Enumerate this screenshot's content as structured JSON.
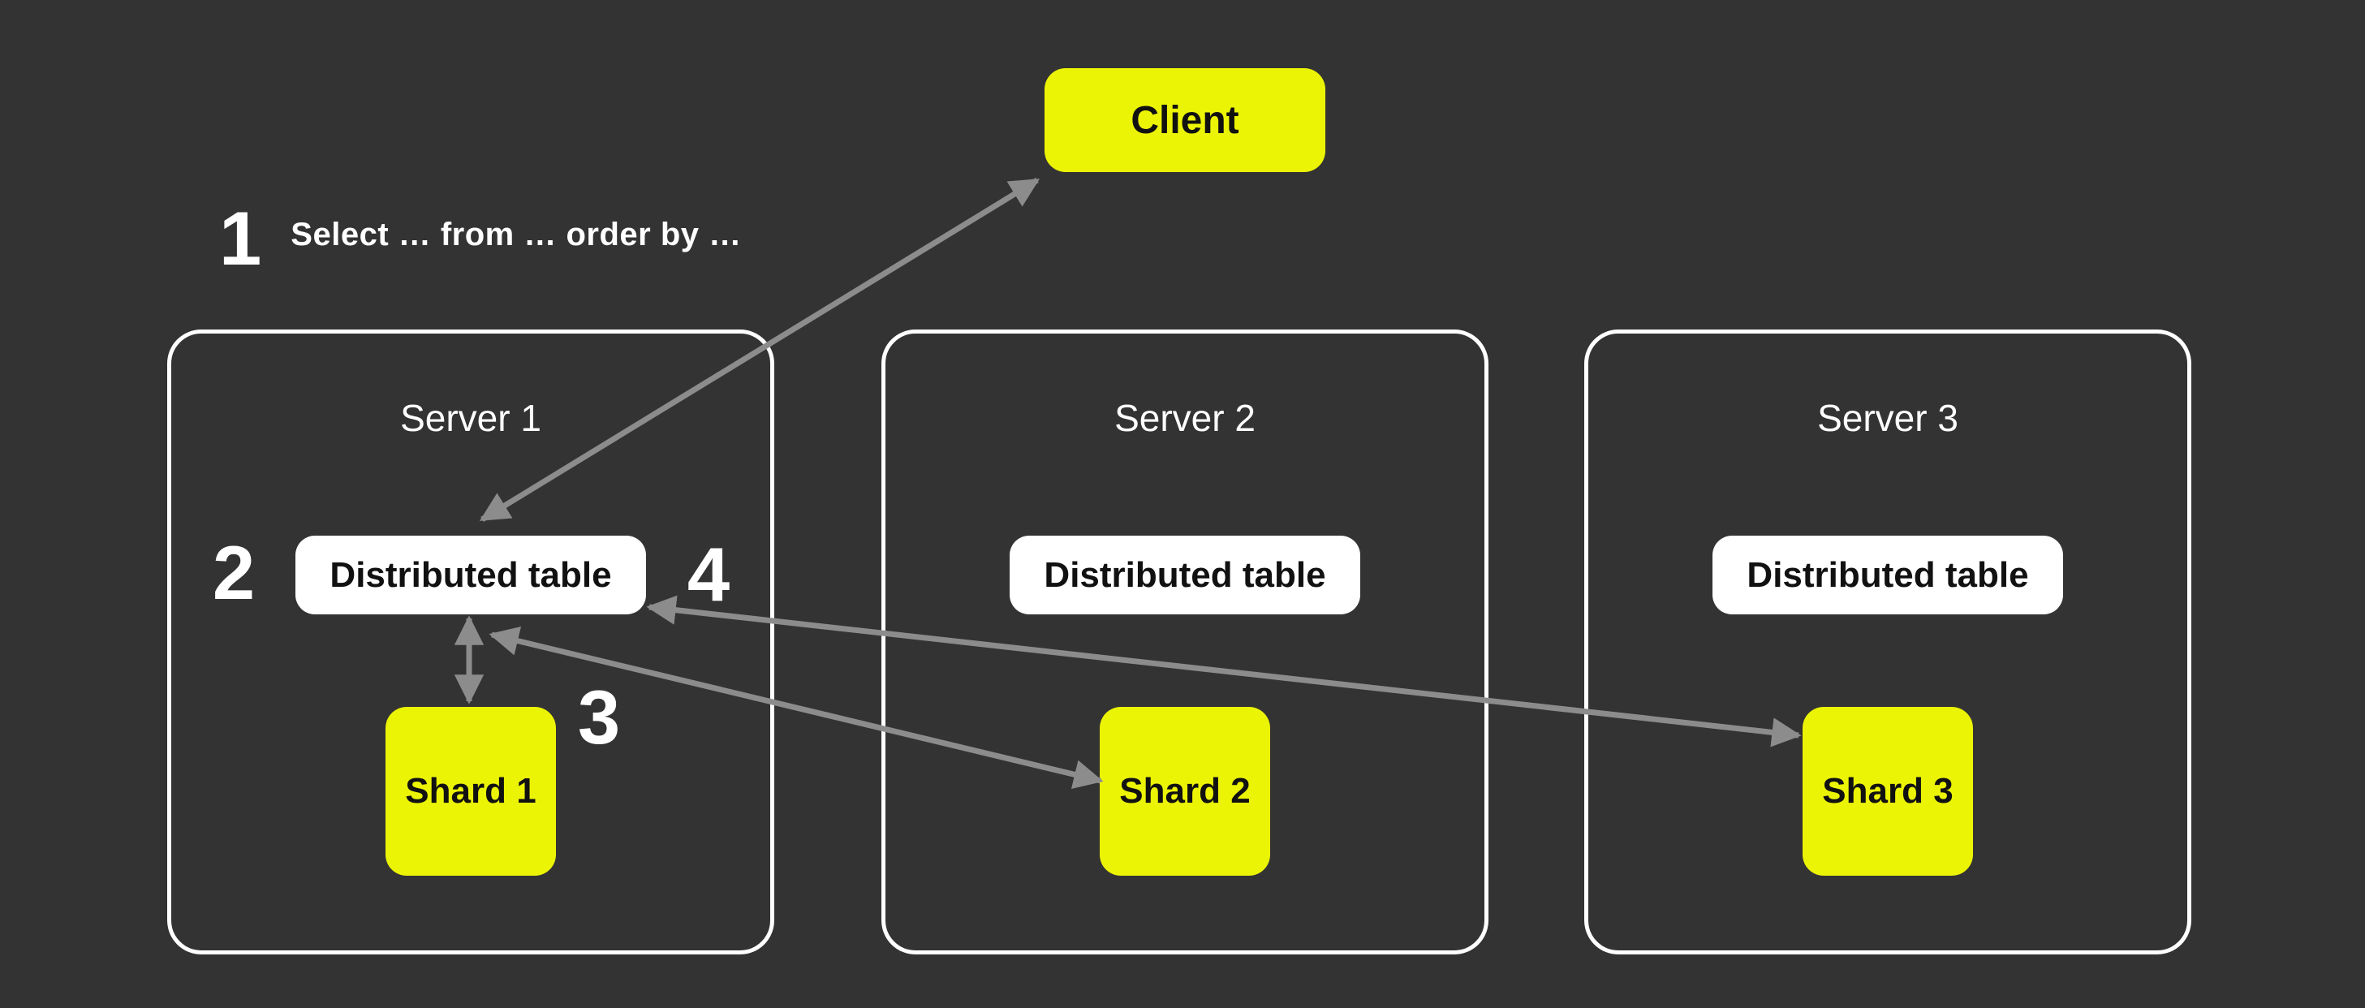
{
  "client": {
    "label": "Client"
  },
  "annotation": {
    "number": "1",
    "query": "Select … from … order by …"
  },
  "step_markers": {
    "step_2": "2",
    "step_3": "3",
    "step_4": "4"
  },
  "servers": [
    {
      "title": "Server 1",
      "distributed_table": "Distributed table",
      "shard": "Shard 1"
    },
    {
      "title": "Server 2",
      "distributed_table": "Distributed table",
      "shard": "Shard 2"
    },
    {
      "title": "Server 3",
      "distributed_table": "Distributed table",
      "shard": "Shard 3"
    }
  ],
  "arrows": [
    {
      "id": "client-distributed-table-1",
      "between": [
        "Client",
        "Server 1 Distributed table"
      ],
      "style": "double-headed"
    },
    {
      "id": "distributed-table-1-shard-1",
      "between": [
        "Server 1 Distributed table",
        "Shard 1"
      ],
      "style": "double-headed"
    },
    {
      "id": "distributed-table-1-shard-2",
      "between": [
        "Server 1 Distributed table",
        "Shard 2"
      ],
      "style": "double-headed"
    },
    {
      "id": "distributed-table-1-shard-3",
      "between": [
        "Server 1 Distributed table",
        "Shard 3"
      ],
      "style": "double-headed"
    }
  ],
  "colors": {
    "background": "#333333",
    "accent_yellow": "#ECF405",
    "node_white": "#FFFFFF",
    "arrow_gray": "#8C8C8C",
    "text_dark": "#111111",
    "text_light": "#FFFFFF"
  }
}
